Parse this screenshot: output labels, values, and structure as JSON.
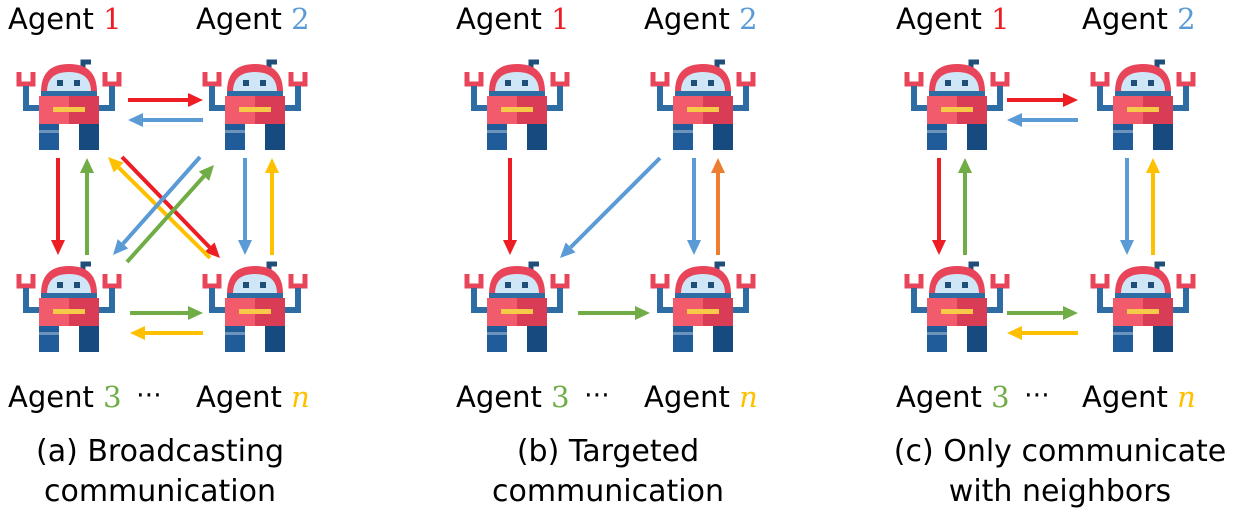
{
  "colors": {
    "red": "#ee1c23",
    "blue": "#5b9bd5",
    "green": "#70ad47",
    "yellow": "#ffc000",
    "orange": "#ed7d31"
  },
  "robot": {
    "head_red": "#e8455a",
    "visor": "#cfe6f7",
    "eye": "#1f4e79",
    "body_left": "#f15b6c",
    "body_right": "#d93c55",
    "panel": "#f7c948",
    "arm": "#2e6da4",
    "leg": "#1f5c99",
    "leg_dark": "#174a7e",
    "hand": "#e8455a",
    "antenna": "#1f4e79"
  },
  "panels": [
    {
      "id": "a",
      "agent1": {
        "prefix": "Agent",
        "num": "1"
      },
      "agent2": {
        "prefix": "Agent",
        "num": "2"
      },
      "agent3": {
        "prefix": "Agent",
        "num": "3"
      },
      "agentn": {
        "prefix": "Agent",
        "num": "n"
      },
      "dots": "⋯",
      "caption_line1": "(a) Broadcasting",
      "caption_line2": "communication"
    },
    {
      "id": "b",
      "agent1": {
        "prefix": "Agent",
        "num": "1"
      },
      "agent2": {
        "prefix": "Agent",
        "num": "2"
      },
      "agent3": {
        "prefix": "Agent",
        "num": "3"
      },
      "agentn": {
        "prefix": "Agent",
        "num": "n"
      },
      "dots": "⋯",
      "caption_line1": "(b) Targeted",
      "caption_line2": "communication"
    },
    {
      "id": "c",
      "agent1": {
        "prefix": "Agent",
        "num": "1"
      },
      "agent2": {
        "prefix": "Agent",
        "num": "2"
      },
      "agent3": {
        "prefix": "Agent",
        "num": "3"
      },
      "agentn": {
        "prefix": "Agent",
        "num": "n"
      },
      "dots": "⋯",
      "caption_line1": "(c) Only communicate",
      "caption_line2": "with neighbors"
    }
  ]
}
